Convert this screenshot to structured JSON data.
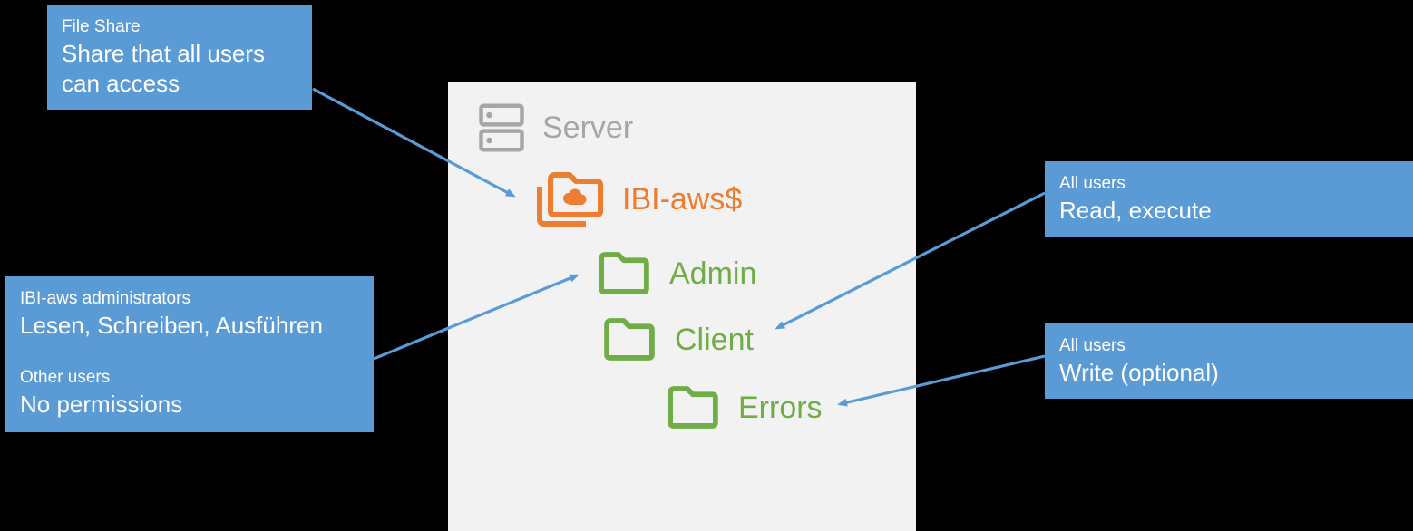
{
  "colors": {
    "background": "#000000",
    "panel_bg": "#F2F2F2",
    "callout_blue": "#5B9BD5",
    "arrow_blue": "#5B9BD5",
    "server_gray": "#A6A6A6",
    "root_orange": "#ED7D31",
    "folder_green": "#70AD47",
    "callout_text": "#FFFFFF"
  },
  "server": {
    "label": "Server"
  },
  "tree": {
    "root": {
      "label": "IBI-aws$"
    },
    "folders": [
      {
        "label": "Admin"
      },
      {
        "label": "Client"
      },
      {
        "label": "Errors"
      }
    ]
  },
  "callouts": {
    "file_share": {
      "title": "File Share",
      "body": "Share that all users can access"
    },
    "admins": {
      "section1_title": "IBI-aws administrators",
      "section1_body": "Lesen, Schreiben, Ausführen",
      "section2_title": "Other users",
      "section2_body": "No permissions"
    },
    "read": {
      "title": "All users",
      "body": "Read, execute"
    },
    "write": {
      "title": "All users",
      "body": "Write (optional)"
    }
  },
  "icons": [
    "server-icon",
    "shared-cloud-folder-icon",
    "folder-icon"
  ]
}
